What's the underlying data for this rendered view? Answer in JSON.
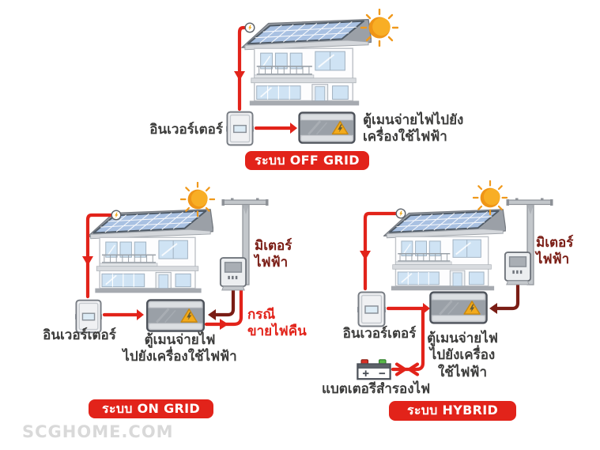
{
  "watermark": "SCGHOME.COM",
  "colors": {
    "accent_red": "#e2231a",
    "dark_red": "#7a1d15",
    "label_text": "#3c3c3b",
    "sun_orange": "#f8ae25",
    "solar_panel_blue": "#a9c1e2",
    "badge_background": "#e2231a",
    "badge_text": "#ffffff",
    "watermark_gray": "#d9d9d9"
  },
  "icons": {
    "sun": "sun-icon",
    "house": "house-with-solar-roof",
    "junction": "solar-junction-icon",
    "inverter": "inverter-box-icon",
    "main_panel": "main-distribution-panel-icon",
    "warning": "electric-warning-triangle-icon",
    "meter": "electric-meter-icon",
    "pole": "utility-pole-icon",
    "battery": "battery-icon",
    "arrow": "red-flow-arrow"
  },
  "diagrams": {
    "offgrid": {
      "badge": "ระบบ OFF GRID",
      "inverter_label": "อินเวอร์เตอร์",
      "panel_label": "ตู้เมนจ่ายไฟไปยัง\nเครื่องใช้ไฟฟ้า"
    },
    "ongrid": {
      "badge": "ระบบ ON GRID",
      "inverter_label": "อินเวอร์เตอร์",
      "panel_label": "ตู้เมนจ่ายไฟ\nไปยังเครื่องใช้ไฟฟ้า",
      "meter_label": "มิเตอร์\nไฟฟ้า",
      "sellback_label": "กรณี\nขายไฟคืน"
    },
    "hybrid": {
      "badge": "ระบบ HYBRID",
      "inverter_label": "อินเวอร์เตอร์",
      "panel_label": "ตู้เมนจ่ายไฟ\nไปยังเครื่อง\nใช้ไฟฟ้า",
      "meter_label": "มิเตอร์\nไฟฟ้า",
      "battery_label": "แบตเตอรีสำรองไฟ"
    }
  }
}
